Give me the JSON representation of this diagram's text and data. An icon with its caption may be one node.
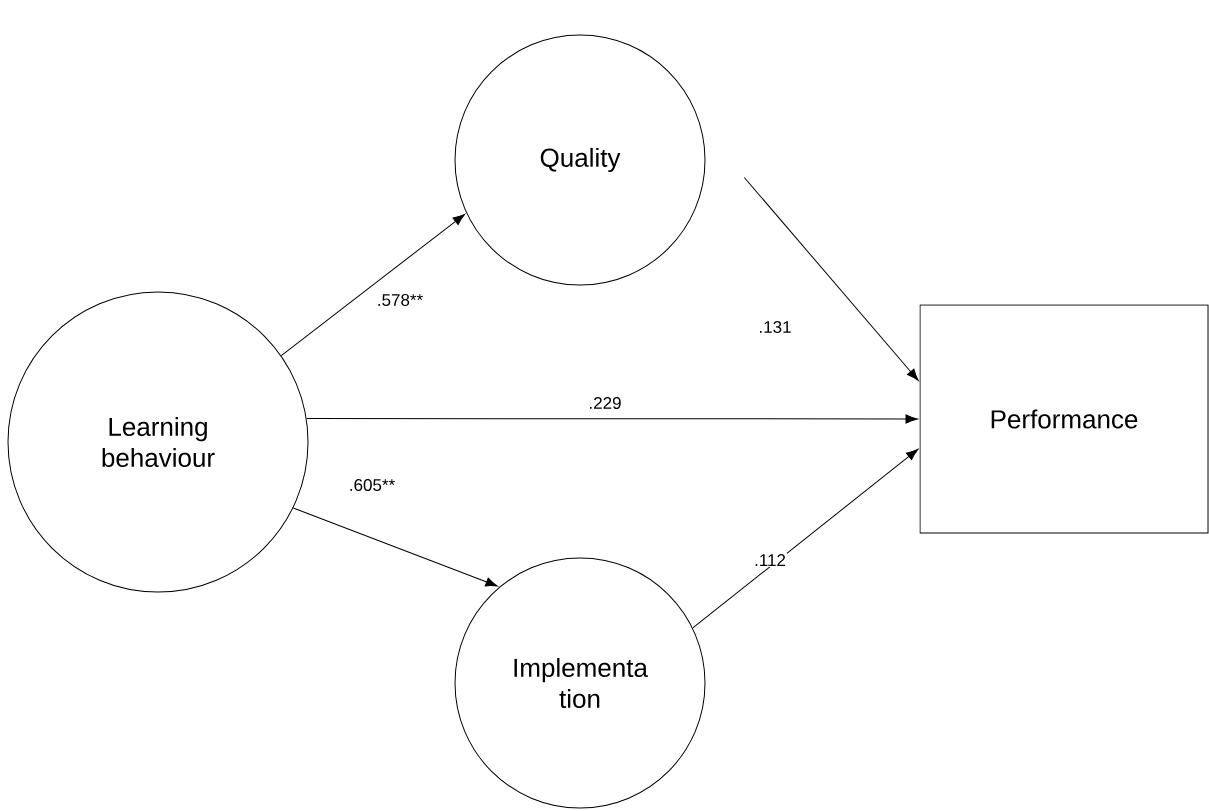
{
  "diagram": {
    "nodes": [
      {
        "text": [
          "Learning behaviour"
        ]
      },
      {
        "text": [
          "Quality"
        ]
      },
      {
        "text": [
          "Performance"
        ]
      },
      {
        "text": [
          "Implementa tion"
        ]
      }
    ],
    "edges": [
      {
        "from": 0,
        "to": 1,
        "arrow": "to",
        "label": ".578**"
      },
      {
        "from": 1,
        "to": 2,
        "arrow": "to",
        "label": ".131"
      },
      {
        "from": 0,
        "to": 2,
        "arrow": "to",
        "label": ".229"
      },
      {
        "from": 0,
        "to": 3,
        "arrow": "to",
        "label": ".605**"
      },
      {
        "from": 3,
        "to": 2,
        "arrow": "to",
        "label": ".112"
      }
    ]
  }
}
